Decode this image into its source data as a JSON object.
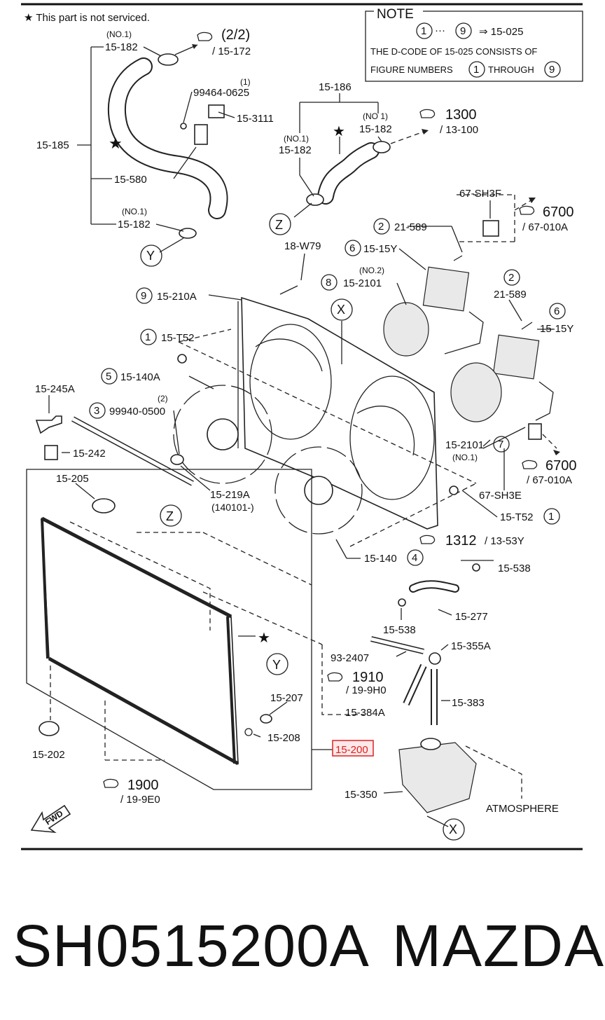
{
  "legend_star": "★ This part is not serviced.",
  "note": {
    "title": "NOTE",
    "line1_from": "1",
    "line1_to": "9",
    "line1_ref": "⇒ 15-025",
    "line2": "THE D-CODE OF  15-025  CONSISTS OF",
    "line3_a": "FIGURE NUMBERS",
    "line3_b": "THROUGH",
    "line3_n1": "1",
    "line3_n9": "9"
  },
  "callouts": {
    "c_2_2": "(2/2)",
    "c_15_172": "/ 15-172",
    "c_1300": "1300",
    "c_13_100": "/ 13-100",
    "c_6700a": "6700",
    "c_67_010a_a": "/ 67-010A",
    "c_6700b": "6700",
    "c_67_010a_b": "/ 67-010A",
    "c_1312": "1312",
    "c_13_53y": "/ 13-53Y",
    "c_1910": "1910",
    "c_19_9h0": "/ 19-9H0",
    "c_1900": "1900",
    "c_19_9e0": "/ 19-9E0"
  },
  "labels": {
    "no1_a": "(NO.1)",
    "p15_182_a": "15-182",
    "p15_185": "15-185",
    "p99464": "99464-0625",
    "one_a": "(1)",
    "p15_3111": "15-3111",
    "p15_580": "15-580",
    "no1_b": "(NO.1)",
    "p15_182_b": "15-182",
    "p15_186": "15-186",
    "no1_c": "(NO.1)",
    "p15_182_c": "15-182",
    "no1_d": "(NO 1)",
    "p15_182_d": "15-182",
    "p67_sh3f": "67-SH3F",
    "p21_589_a": "21-589",
    "p15_15y_a": "15-15Y",
    "p18_w79": "18-W79",
    "no2": "(NO.2)",
    "p15_2101_a": "15-2101",
    "p15_210a": "15-210A",
    "p21_589_b": "21-589",
    "p15_15y_b": "15-15Y",
    "p15_t52_a": "15-T52",
    "p15_140a": "15-140A",
    "p15_245a": "15-245A",
    "two": "(2)",
    "p99940": "99940-0500",
    "p15_242": "15-242",
    "p15_2101_b": "15-2101",
    "no1_e": "(NO.1)",
    "p15_205": "15-205",
    "p15_219a": "15-219A",
    "p140101": "(140101-)",
    "p67_sh3e": "67-SH3E",
    "p15_t52_b": "15-T52",
    "p15_140": "15-140",
    "p15_538_a": "15-538",
    "p15_538_b": "15-538",
    "p15_277": "15-277",
    "p15_355a": "15-355A",
    "p93_2407": "93-2407",
    "p15_383": "15-383",
    "p15_384a": "15-384A",
    "p15_207": "15-207",
    "p15_208": "15-208",
    "p15_200": "15-200",
    "p15_202": "15-202",
    "p15_350": "15-350",
    "atmosphere": "ATMOSPHERE",
    "fwd": "FWD"
  },
  "markers": {
    "X": "X",
    "Y": "Y",
    "Z": "Z",
    "n1": "1",
    "n2": "2",
    "n3": "3",
    "n4": "4",
    "n5": "5",
    "n6": "6",
    "n7": "7",
    "n8": "8",
    "n9": "9"
  },
  "highlight_color": "#e02020",
  "footer": {
    "part_number": "SH0515200A",
    "brand": "MAZDA"
  }
}
